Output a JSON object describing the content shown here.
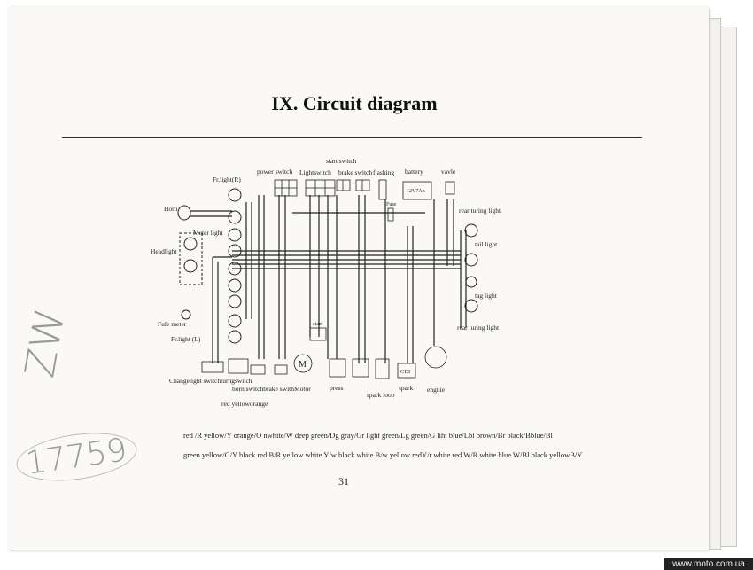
{
  "title": "IX. Circuit diagram",
  "labels": {
    "fr_light_r": "Fr.light(R)",
    "horn": "Horn",
    "meter_light": "Meter light",
    "headlight": "Headlight",
    "fuel_meter": "Fule meter",
    "fr_light_l": "Fr.light (L)",
    "power_switch": "power switch",
    "light_switch": "Lightswitch",
    "start_switch": "start switch",
    "brake_switch": "brake switch",
    "flashing": "flashing",
    "battery": "battery",
    "battery_rating": "12V7Ah",
    "fuse": "Fuse",
    "valve": "vavle",
    "rear_turn_top": "rear turing light",
    "tail_light": "tail light",
    "tag_light": "tag light",
    "rear_turn_bottom": "rear turing light",
    "start": "start",
    "changelight": "Changelight switchturngswitch",
    "horn_switch": "horn switchbrake swithMotor",
    "red_yelloworange": "red  yelloworange",
    "motor": "M",
    "press": "press",
    "spark_loop": "spark loop",
    "cdi": "CDI",
    "spark": "spark",
    "engine": "engnie"
  },
  "legend": {
    "line1": "red /R  yellow/Y  orange/O nwhite/W deep green/Dg gray/Gr light green/Lg green/G liht blue/Lbl brown/Br black/Bblue/Bl",
    "line2": "green yellow/G/Y black red B/R yellow white Y/w black white B/w yellow redY/r white red W/R white blue W/Bl black yellowB/Y"
  },
  "page_number": "31",
  "handwriting": {
    "a": "ZW",
    "b": "17759"
  },
  "watermark": "www.moto.com.ua"
}
